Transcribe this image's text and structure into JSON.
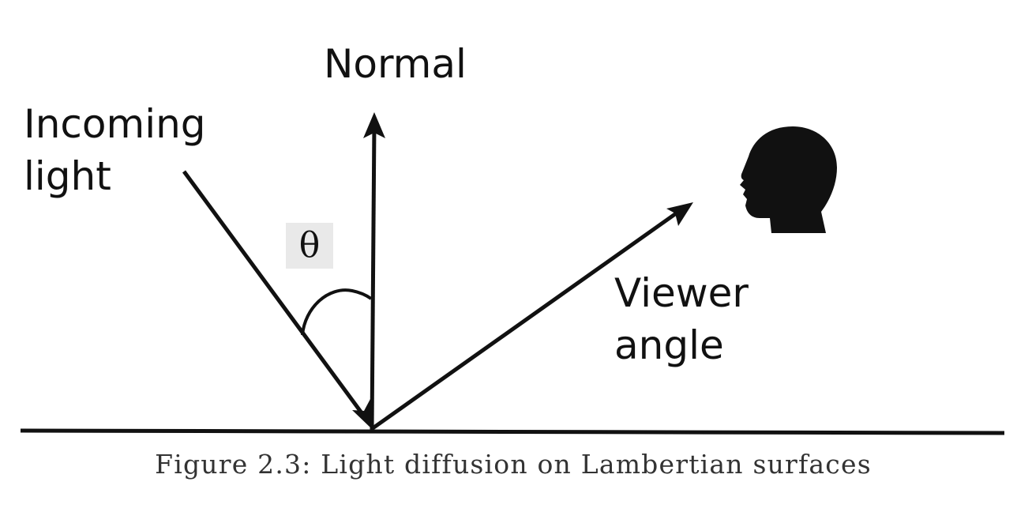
{
  "labels": {
    "normal": "Normal",
    "incoming_line1": "Incoming",
    "incoming_line2": "light",
    "viewer_line1": "Viewer",
    "viewer_line2": "angle",
    "theta": "θ"
  },
  "caption": "Figure 2.3: Light diffusion on Lambertian surfaces",
  "colors": {
    "ink": "#111111",
    "caption_text": "#333333",
    "theta_background": "#e9e9e9"
  }
}
